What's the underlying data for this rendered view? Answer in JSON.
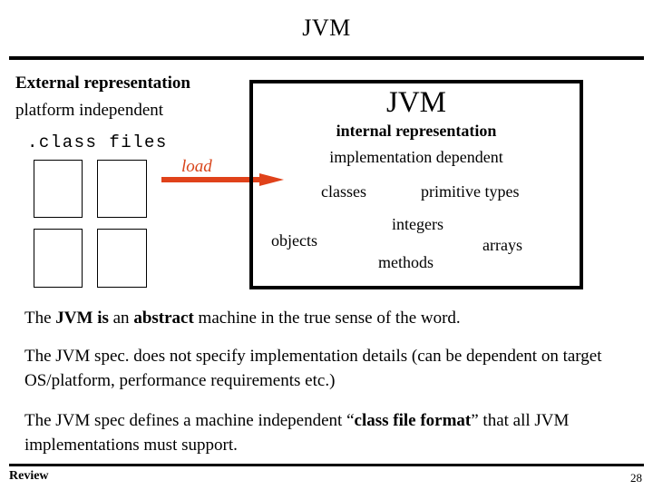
{
  "slide": {
    "title": "JVM",
    "footer_left": "Review",
    "page_number": "28"
  },
  "external": {
    "heading": "External representation",
    "subheading": "platform independent",
    "files_label": ".class files",
    "file_boxes": [
      "",
      "",
      "",
      ""
    ]
  },
  "arrow": {
    "label": "load",
    "color": "#D8441A"
  },
  "jvm_box": {
    "title": "JVM",
    "internal_heading": "internal representation",
    "implementation_note": "implementation dependent",
    "terms": [
      {
        "id": "classes",
        "text": "classes"
      },
      {
        "id": "primitive-types",
        "text": "primitive types"
      },
      {
        "id": "integers",
        "text": "integers"
      },
      {
        "id": "objects",
        "text": "objects"
      },
      {
        "id": "arrays",
        "text": "arrays"
      },
      {
        "id": "methods",
        "text": "methods"
      }
    ]
  },
  "paragraphs": {
    "p1": {
      "part_a": "The ",
      "bold_a": "JVM is",
      "part_b": " an ",
      "bold_b": "abstract",
      "part_c": " machine in the true sense of the word."
    },
    "p2": {
      "text": "The JVM spec. does not specify implementation details (can be dependent on target OS/platform, performance requirements etc.)"
    },
    "p3": {
      "part_a": "The JVM spec defines a machine independent “",
      "bold_a": "class file format",
      "part_b": "” that all JVM implementations must support."
    }
  }
}
